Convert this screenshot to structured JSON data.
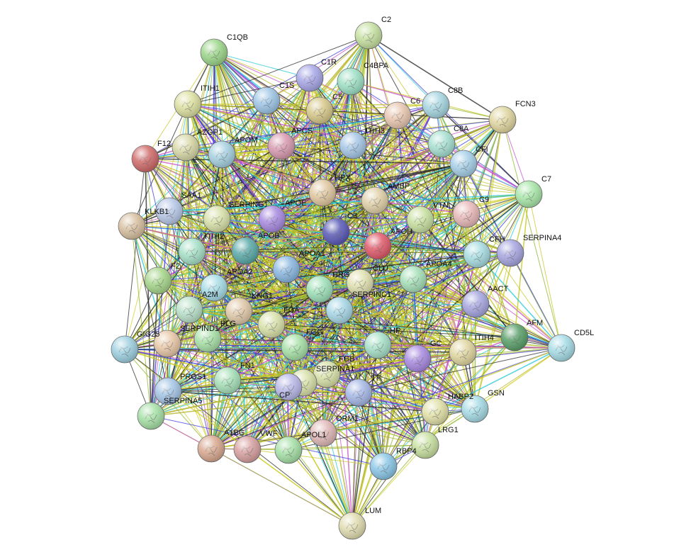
{
  "network": {
    "nodes": [
      {
        "id": "C1QB",
        "color": "#9cd68a"
      },
      {
        "id": "C2",
        "color": "#c6e0a0"
      },
      {
        "id": "C1R",
        "color": "#a8a8e8"
      },
      {
        "id": "C4BPA",
        "color": "#9ee0c6"
      },
      {
        "id": "C1S",
        "color": "#9ec6e6"
      },
      {
        "id": "C5",
        "color": "#d6c88a"
      },
      {
        "id": "C8B",
        "color": "#a6d6e0"
      },
      {
        "id": "FCN3",
        "color": "#e0d6a0"
      },
      {
        "id": "ITIH1",
        "color": "#dce0a0"
      },
      {
        "id": "C6",
        "color": "#e8c6b0"
      },
      {
        "id": "C8A",
        "color": "#a6e0d0"
      },
      {
        "id": "AZGP1",
        "color": "#d8d8a8"
      },
      {
        "id": "APCS",
        "color": "#d89ab0"
      },
      {
        "id": "ITIH3",
        "color": "#a6c6e6"
      },
      {
        "id": "F12",
        "color": "#d06a6a"
      },
      {
        "id": "APOM",
        "color": "#a6d0e0"
      },
      {
        "id": "CFI",
        "color": "#a6cfe8"
      },
      {
        "id": "C7",
        "color": "#a8e6a8"
      },
      {
        "id": "HPX",
        "color": "#e0c8a0"
      },
      {
        "id": "AMBP",
        "color": "#e0d0a8"
      },
      {
        "id": "C9",
        "color": "#e8b8b8"
      },
      {
        "id": "SAA1",
        "color": "#b8c8e8"
      },
      {
        "id": "SERPING1",
        "color": "#d8e0a8"
      },
      {
        "id": "APOE",
        "color": "#a88ae0"
      },
      {
        "id": "VTN",
        "color": "#c8e0a0"
      },
      {
        "id": "KLKB1",
        "color": "#d8c0a0"
      },
      {
        "id": "C3",
        "color": "#5a5ab8"
      },
      {
        "id": "APOH",
        "color": "#e05a6a"
      },
      {
        "id": "ITIH2",
        "color": "#a6e0c8"
      },
      {
        "id": "APOB",
        "color": "#5aaaa8"
      },
      {
        "id": "CFH",
        "color": "#a6dce0"
      },
      {
        "id": "SERPINA4",
        "color": "#a6a6e0"
      },
      {
        "id": "APOA1",
        "color": "#8ab8e0"
      },
      {
        "id": "F2",
        "color": "#a6d68a"
      },
      {
        "id": "APOA2",
        "color": "#a6dce6"
      },
      {
        "id": "CLU",
        "color": "#e0e0b0"
      },
      {
        "id": "APOA4",
        "color": "#a6e0b8"
      },
      {
        "id": "HRG",
        "color": "#9ee0b8"
      },
      {
        "id": "A2M",
        "color": "#b8e0c8"
      },
      {
        "id": "KNG1",
        "color": "#e0c8a8"
      },
      {
        "id": "SERPINC1",
        "color": "#a6d6e6"
      },
      {
        "id": "AACT",
        "color": "#a6a6e0"
      },
      {
        "id": "FGA",
        "color": "#d8e0a8"
      },
      {
        "id": "PLG",
        "color": "#a8e0a8"
      },
      {
        "id": "AFM",
        "color": "#5aa06a"
      },
      {
        "id": "SERPIND1",
        "color": "#e8c8a8"
      },
      {
        "id": "GIG25",
        "color": "#9ed0e0"
      },
      {
        "id": "FGG",
        "color": "#a6e0a6"
      },
      {
        "id": "HP",
        "color": "#a6e0c8"
      },
      {
        "id": "GC",
        "color": "#a88ae0"
      },
      {
        "id": "ITIH4",
        "color": "#e0d6a0"
      },
      {
        "id": "CD5L",
        "color": "#a6dce6"
      },
      {
        "id": "FN1",
        "color": "#a6e0b8"
      },
      {
        "id": "FGB",
        "color": "#d8e0a8"
      },
      {
        "id": "PROS1",
        "color": "#a6c6e6"
      },
      {
        "id": "SERPINA1",
        "color": "#d8e0a8"
      },
      {
        "id": "TF",
        "color": "#a6b8e6"
      },
      {
        "id": "CP",
        "color": "#b8b8e8"
      },
      {
        "id": "SERPINA5",
        "color": "#a6e0a6"
      },
      {
        "id": "GSN",
        "color": "#a6dce6"
      },
      {
        "id": "HABP2",
        "color": "#e0e0a8"
      },
      {
        "id": "ORM1",
        "color": "#e0b8b8"
      },
      {
        "id": "A1BG",
        "color": "#d8a890"
      },
      {
        "id": "VWF",
        "color": "#d8a0a0"
      },
      {
        "id": "APOL1",
        "color": "#a6e0a6"
      },
      {
        "id": "LRG1",
        "color": "#c8e0a0"
      },
      {
        "id": "RBP4",
        "color": "#8ac6e6"
      },
      {
        "id": "LUM",
        "color": "#e0dcb0"
      }
    ]
  }
}
